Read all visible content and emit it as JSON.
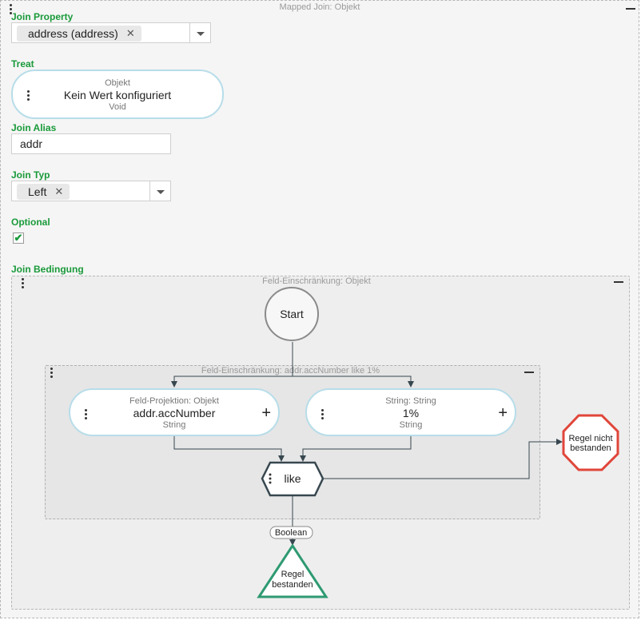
{
  "outer": {
    "title": "Mapped Join: Objekt"
  },
  "join_property": {
    "label": "Join Property",
    "chip": "address (address)"
  },
  "treat": {
    "label": "Treat",
    "type": "Objekt",
    "value": "Kein Wert konfiguriert",
    "sub": "Void"
  },
  "join_alias": {
    "label": "Join Alias",
    "value": "addr"
  },
  "join_typ": {
    "label": "Join Typ",
    "chip": "Left"
  },
  "optional": {
    "label": "Optional",
    "checked": true
  },
  "join_bedingung": {
    "label": "Join Bedingung",
    "group_title": "Feld-Einschränkung: Objekt",
    "start": "Start",
    "inner_title": "Feld-Einschränkung: addr.accNumber like 1%",
    "left_node": {
      "type": "Feld-Projektion: Objekt",
      "value": "addr.accNumber",
      "sub": "String"
    },
    "right_node": {
      "type": "String: String",
      "value": "1%",
      "sub": "String"
    },
    "operator": "like",
    "edge_label": "Boolean",
    "fail_line1": "Regel nicht",
    "fail_line2": "bestanden",
    "pass_line1": "Regel",
    "pass_line2": "bestanden"
  },
  "colors": {
    "label_green": "#1a9a3a",
    "pill_border": "#b7dde9",
    "fail_red": "#e0463a",
    "pass_green": "#2e9a72",
    "operator_border": "#37474f"
  }
}
